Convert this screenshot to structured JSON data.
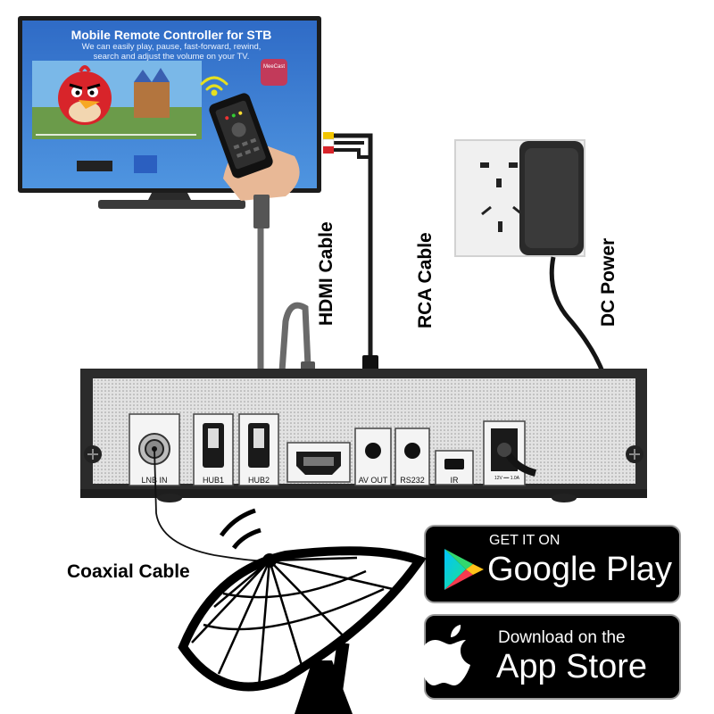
{
  "tv": {
    "title": "Mobile Remote Controller for STB",
    "subtitle_line1": "We can easily play, pause, fast-forward, rewind,",
    "subtitle_line2": "search and adjust the volume on your TV.",
    "app_name": "MeeCast"
  },
  "cables": {
    "hdmi": "HDMI Cable",
    "rca": "RCA Cable",
    "dc": "DC Power",
    "coaxial": "Coaxial Cable"
  },
  "ports": {
    "lnb": "LNB IN",
    "hub1": "HUB1",
    "hub2": "HUB2",
    "av_out": "AV OUT",
    "rs232": "RS232",
    "ir": "IR",
    "dc_spec": "12V ━━ 1.0A"
  },
  "badges": {
    "google_small": "GET IT ON",
    "google_big": "Google Play",
    "apple_small": "Download on the",
    "apple_big": "App Store"
  },
  "colors": {
    "tv_screen": "#3a74c8",
    "panel": "#d9d9d9",
    "badge_bg": "#000000"
  }
}
